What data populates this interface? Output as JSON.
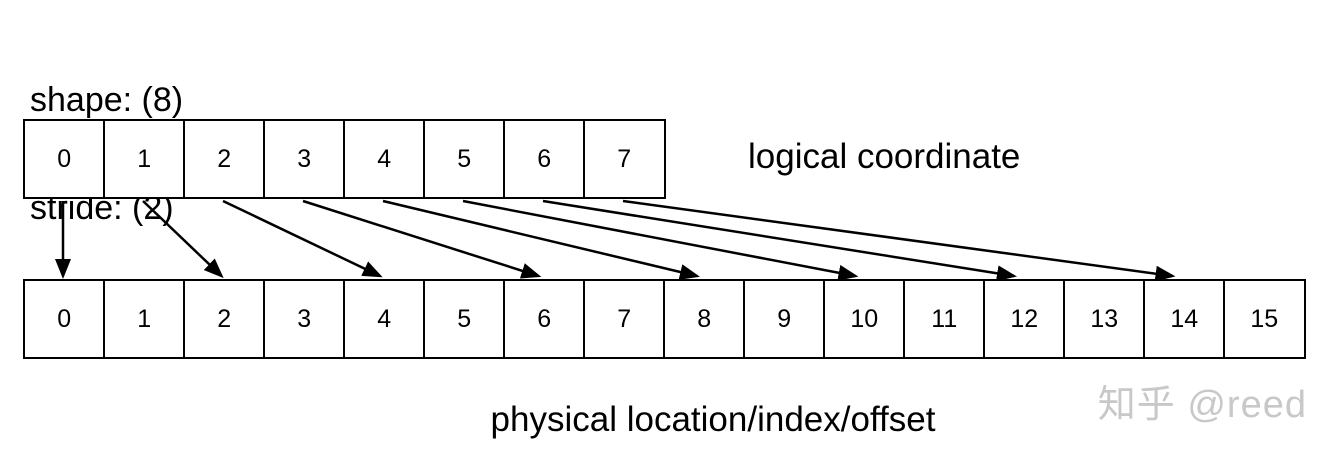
{
  "colors": {
    "background": "#ffffff",
    "line": "#000000",
    "text": "#000000",
    "watermark": "#c8c8c8"
  },
  "header": {
    "shape_label": "shape: (8)",
    "stride_label": "stride: (2)"
  },
  "logical_row": {
    "label": "logical coordinate",
    "cells": [
      "0",
      "1",
      "2",
      "3",
      "4",
      "5",
      "6",
      "7"
    ]
  },
  "physical_row": {
    "label": "physical location/index/offset",
    "cells": [
      "0",
      "1",
      "2",
      "3",
      "4",
      "5",
      "6",
      "7",
      "8",
      "9",
      "10",
      "11",
      "12",
      "13",
      "14",
      "15"
    ]
  },
  "mapping": {
    "stride": 2,
    "arrows": [
      {
        "from": 0,
        "to": 0
      },
      {
        "from": 1,
        "to": 2
      },
      {
        "from": 2,
        "to": 4
      },
      {
        "from": 3,
        "to": 6
      },
      {
        "from": 4,
        "to": 8
      },
      {
        "from": 5,
        "to": 10
      },
      {
        "from": 6,
        "to": 12
      },
      {
        "from": 7,
        "to": 14
      }
    ]
  },
  "watermark": {
    "text": "知乎 @reed"
  }
}
